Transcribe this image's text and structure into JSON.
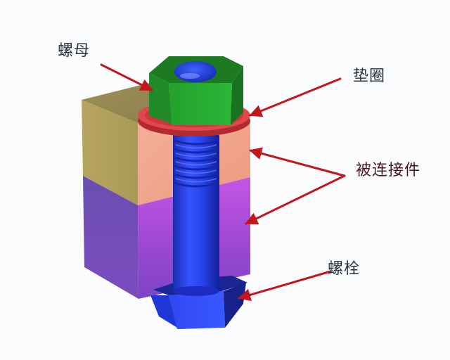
{
  "diagram": {
    "subject": "bolted joint assembly",
    "labels": {
      "nut": "螺母",
      "washer": "垫圈",
      "connected_parts": "被连接件",
      "bolt": "螺栓"
    },
    "components": [
      {
        "id": "nut",
        "label": "螺母",
        "color": "#1f9a2a"
      },
      {
        "id": "washer",
        "label": "垫圈",
        "color": "#d63a3e"
      },
      {
        "id": "connected_part_upper",
        "label": "被连接件",
        "color": "#f2a88e"
      },
      {
        "id": "connected_part_lower",
        "label": "被连接件",
        "color": "#b44fd8"
      },
      {
        "id": "bolt",
        "label": "螺栓",
        "color": "#2d46ee"
      }
    ],
    "arrow_color": "#c4141c",
    "background": "#fbfcfe"
  }
}
